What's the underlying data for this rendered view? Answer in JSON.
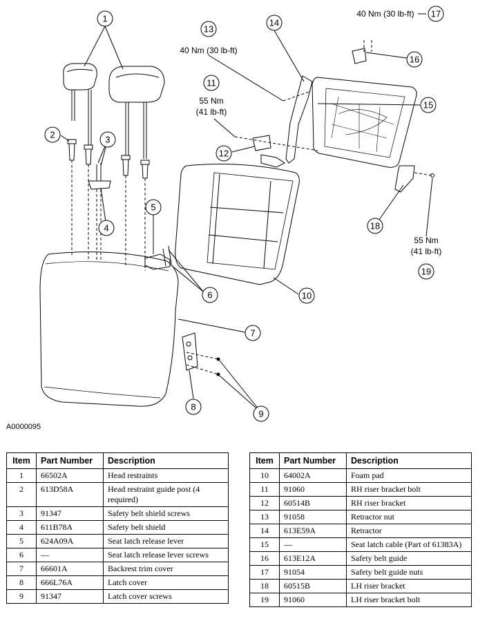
{
  "figure_id": "A0000095",
  "callouts": [
    "1",
    "2",
    "3",
    "4",
    "5",
    "6",
    "7",
    "8",
    "9",
    "10",
    "11",
    "12",
    "13",
    "14",
    "15",
    "16",
    "17",
    "18",
    "19"
  ],
  "torque_specs": {
    "t13": [
      "40 Nm (30 lb-ft)"
    ],
    "t17": [
      "40 Nm (30 lb-ft)"
    ],
    "t11": [
      "55 Nm",
      "(41 lb-ft)"
    ],
    "t19": [
      "55 Nm",
      "(41 lb-ft)"
    ]
  },
  "table_headers": {
    "item": "Item",
    "part_number": "Part Number",
    "description": "Description"
  },
  "parts_left": [
    {
      "item": "1",
      "part": "66502A",
      "desc": "Head restraints"
    },
    {
      "item": "2",
      "part": "613D58A",
      "desc": "Head restraint guide post (4 required)"
    },
    {
      "item": "3",
      "part": "91347",
      "desc": "Safety belt shield screws"
    },
    {
      "item": "4",
      "part": "611B78A",
      "desc": "Safety belt shield"
    },
    {
      "item": "5",
      "part": "624A09A",
      "desc": "Seat latch release lever"
    },
    {
      "item": "6",
      "part": "—",
      "desc": "Seat latch release lever screws"
    },
    {
      "item": "7",
      "part": "66601A",
      "desc": "Backrest trim cover"
    },
    {
      "item": "8",
      "part": "666L76A",
      "desc": "Latch cover"
    },
    {
      "item": "9",
      "part": "91347",
      "desc": "Latch cover screws"
    }
  ],
  "parts_right": [
    {
      "item": "10",
      "part": "64002A",
      "desc": "Foam pad"
    },
    {
      "item": "11",
      "part": "91060",
      "desc": "RH riser bracket bolt"
    },
    {
      "item": "12",
      "part": "60514B",
      "desc": "RH riser bracket"
    },
    {
      "item": "13",
      "part": "91058",
      "desc": "Retractor nut"
    },
    {
      "item": "14",
      "part": "613E59A",
      "desc": "Retractor"
    },
    {
      "item": "15",
      "part": "—",
      "desc": "Seat latch cable (Part of 61383A)"
    },
    {
      "item": "16",
      "part": "613E12A",
      "desc": "Safety belt guide"
    },
    {
      "item": "17",
      "part": "91054",
      "desc": "Safety belt guide nuts"
    },
    {
      "item": "18",
      "part": "60515B",
      "desc": "LH riser bracket"
    },
    {
      "item": "19",
      "part": "91060",
      "desc": "LH riser bracket bolt"
    }
  ]
}
